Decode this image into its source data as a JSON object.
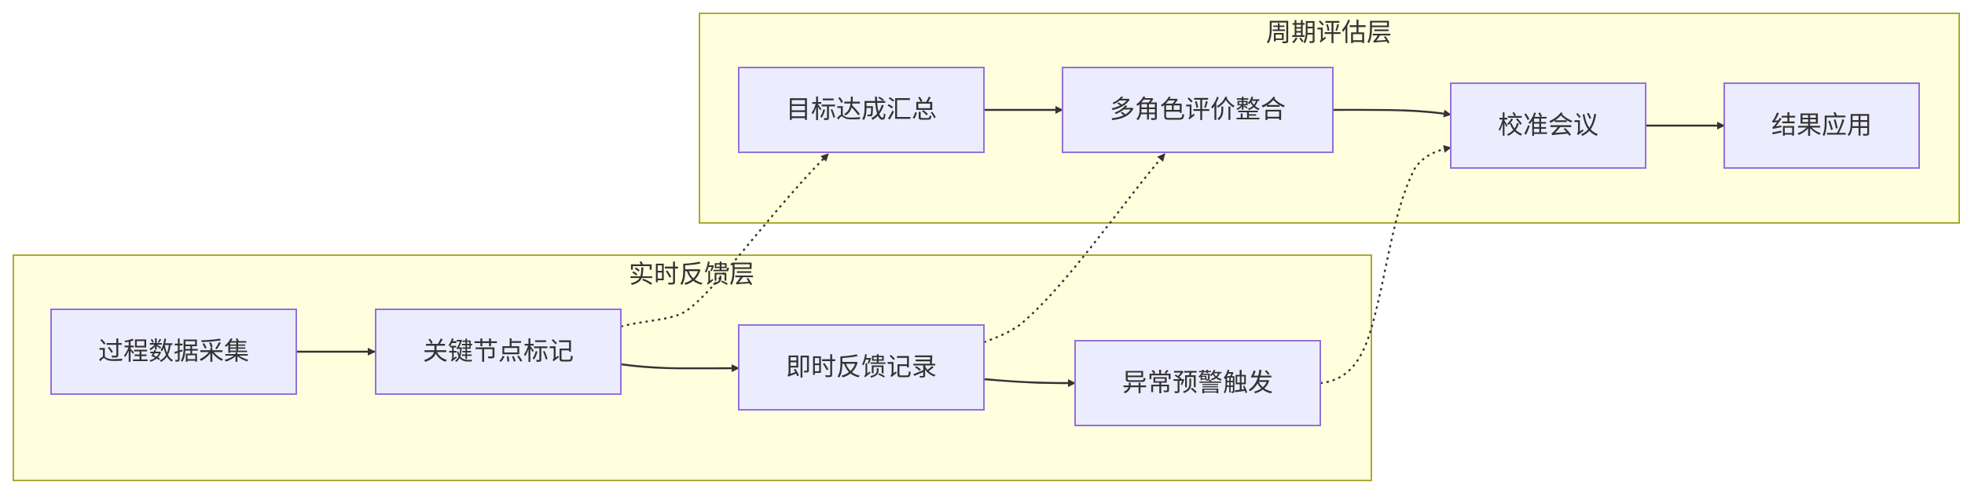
{
  "colors": {
    "cluster_fill": "#ffffde",
    "cluster_stroke": "#aaaa33",
    "node_fill": "#ececff",
    "node_stroke": "#9370db",
    "edge": "#333333",
    "text": "#333333"
  },
  "clusters": {
    "periodic": {
      "label": "周期评估层"
    },
    "realtime": {
      "label": "实时反馈层"
    }
  },
  "nodes": {
    "goal_summary": "目标达成汇总",
    "multi_role_eval": "多角色评价整合",
    "calibration_meeting": "校准会议",
    "result_application": "结果应用",
    "process_data": "过程数据采集",
    "key_node_mark": "关键节点标记",
    "instant_feedback": "即时反馈记录",
    "anomaly_alert": "异常预警触发"
  },
  "edges": [
    {
      "from": "goal_summary",
      "to": "multi_role_eval",
      "style": "solid"
    },
    {
      "from": "multi_role_eval",
      "to": "calibration_meeting",
      "style": "solid"
    },
    {
      "from": "calibration_meeting",
      "to": "result_application",
      "style": "solid"
    },
    {
      "from": "process_data",
      "to": "key_node_mark",
      "style": "solid"
    },
    {
      "from": "key_node_mark",
      "to": "instant_feedback",
      "style": "solid"
    },
    {
      "from": "instant_feedback",
      "to": "anomaly_alert",
      "style": "solid"
    },
    {
      "from": "key_node_mark",
      "to": "goal_summary",
      "style": "dotted"
    },
    {
      "from": "instant_feedback",
      "to": "multi_role_eval",
      "style": "dotted"
    },
    {
      "from": "anomaly_alert",
      "to": "calibration_meeting",
      "style": "dotted"
    }
  ]
}
